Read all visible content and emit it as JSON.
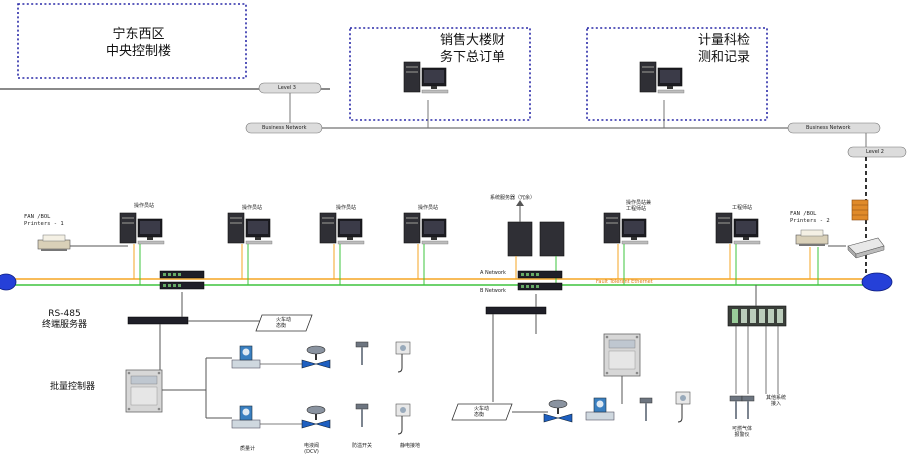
{
  "zones": {
    "control_building": "宁东西区\n中央控制楼",
    "sales_office": "销售大楼财\n务下总订单",
    "metering_office": "计量科检\n测和记录"
  },
  "networks": {
    "level3": "Level 3",
    "business_left": "Business Network",
    "business_right": "Business Network",
    "level2": "Level 2",
    "a_network": "A Network",
    "b_network": "B Network",
    "fault_tolerant": "Fault Tolerant Ethernet"
  },
  "stations": {
    "op1": "操作员站",
    "op2": "操作员站",
    "op3": "操作员站",
    "op4": "操作员站",
    "server": "系统服务器（冗余）",
    "op_eng": "操作员站兼\n工程师站",
    "eng": "工程师站"
  },
  "printers": {
    "p1": "FAN /BOL\nPrinters - 1",
    "p2": "FAN /BOL\nPrinters - 2"
  },
  "field": {
    "rs485": "RS-485\n终端服务器",
    "batch": "批量控制器",
    "railcar_left": "火车动\n态衡",
    "railcar_right": "火车动\n态衡",
    "flowmeter": "质量计",
    "valve": "电液阀\n(DCV)",
    "switch": "防溢开关",
    "ground": "静电接地",
    "gas": "可燃气体\n报警仪",
    "other": "其他系统\n接入"
  },
  "colors": {
    "zone_border": "#2a2aa8",
    "network_orange": "#f5a623",
    "network_green": "#3ec43e",
    "bus_gray": "#8a8a8a",
    "endpoint_blue": "#2540d8",
    "firewall": "#e08a2a"
  }
}
